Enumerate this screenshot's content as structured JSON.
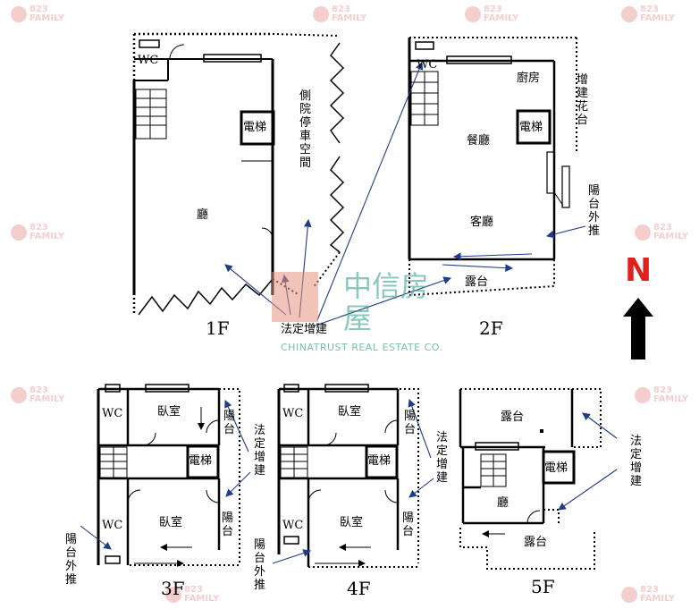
{
  "watermark": {
    "brand_text": "823",
    "brand_subtext": "FAMILY"
  },
  "company": {
    "name_cn": "中信房屋",
    "name_en": "CHINATRUST REAL ESTATE CO."
  },
  "north": {
    "label": "N"
  },
  "floors": {
    "f1": {
      "label": "1F",
      "rooms": {
        "wc": "WC",
        "elevator": "電梯",
        "hall": "廳",
        "side_yard": "側院停車空間"
      },
      "annotation": "法定增建"
    },
    "f2": {
      "label": "2F",
      "rooms": {
        "wc": "WC",
        "kitchen": "廚房",
        "elevator": "電梯",
        "dining": "餐廳",
        "living": "客廳",
        "terrace": "露台"
      },
      "annotations": {
        "garden": "增建花台",
        "balcony": "陽台外推"
      }
    },
    "f3": {
      "label": "3F",
      "rooms": {
        "wc_top": "WC",
        "bedroom_top": "臥室",
        "balcony_top": "陽台",
        "elevator": "電梯",
        "wc_bottom": "WC",
        "bedroom_bottom": "臥室",
        "balcony_bottom": "陽台"
      },
      "annotations": {
        "legal": "法定增建",
        "balcony_out": "陽台外推"
      }
    },
    "f4": {
      "label": "4F",
      "rooms": {
        "wc_top": "WC",
        "bedroom_top": "臥室",
        "balcony_top": "陽台",
        "elevator": "電梯",
        "wc_bottom": "WC",
        "bedroom_bottom": "臥室",
        "balcony_bottom": "陽台"
      },
      "annotations": {
        "legal": "法定增建",
        "balcony_out": "陽台外推"
      }
    },
    "f5": {
      "label": "5F",
      "rooms": {
        "terrace_top": "露台",
        "elevator": "電梯",
        "hall": "廳",
        "terrace_bottom": "露台"
      },
      "annotation": "法定增建"
    }
  },
  "colors": {
    "wall": "#000000",
    "arrow": "#1f3c88",
    "north_letter": "#e02020",
    "watermark": "#d9534f",
    "brand": "#3aa58a"
  }
}
